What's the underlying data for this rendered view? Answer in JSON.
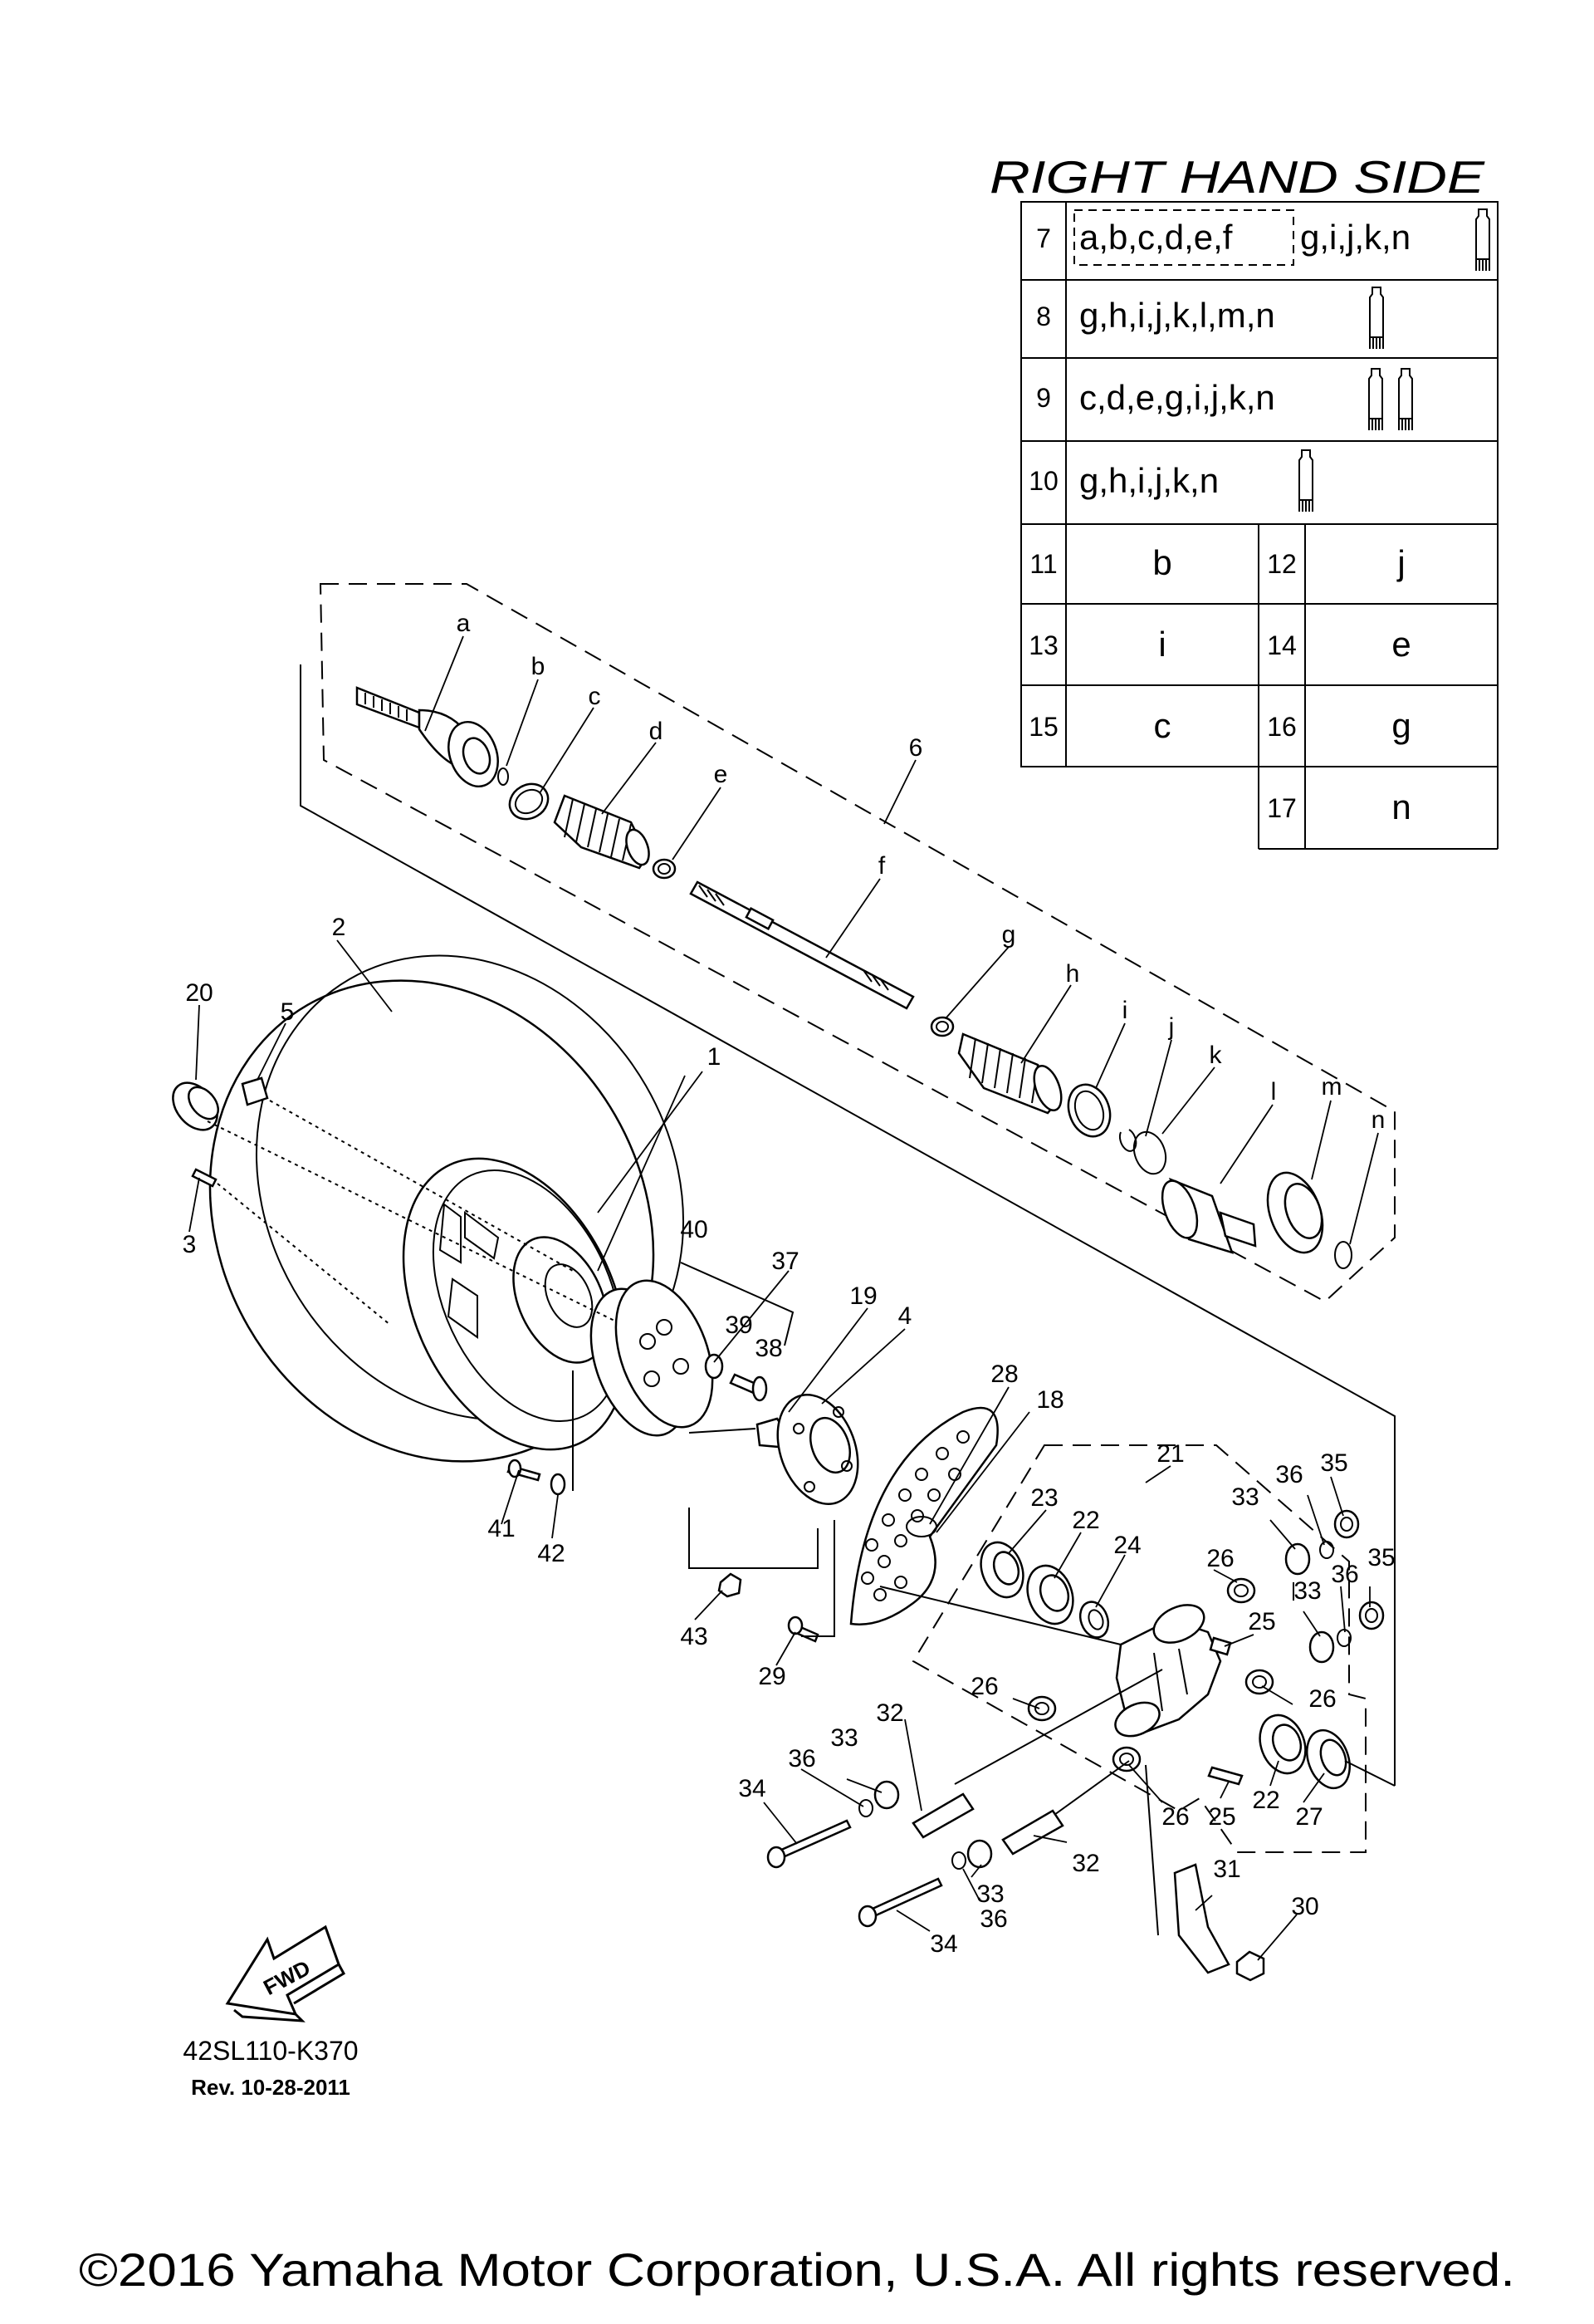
{
  "title": "RIGHT HAND SIDE",
  "table": {
    "rows": [
      {
        "num": "7",
        "prefix": "a,b,c,d,e,f",
        "rest": "g,i,j,k,n",
        "tubes": 1
      },
      {
        "num": "8",
        "text": "g,h,i,j,k,l,m,n",
        "tubes": 1
      },
      {
        "num": "9",
        "text": "c,d,e,g,i,j,k,n",
        "tubes": 2
      },
      {
        "num": "10",
        "text": "g,h,i,j,k,n",
        "tubes": 1
      }
    ],
    "pairs": [
      {
        "ln": "11",
        "lv": "b",
        "rn": "12",
        "rv": "j"
      },
      {
        "ln": "13",
        "lv": "i",
        "rn": "14",
        "rv": "e"
      },
      {
        "ln": "15",
        "lv": "c",
        "rn": "16",
        "rv": "g"
      },
      {
        "ln": "",
        "lv": "",
        "rn": "17",
        "rv": "n"
      }
    ]
  },
  "letters": [
    "a",
    "b",
    "c",
    "d",
    "e",
    "f",
    "g",
    "h",
    "i",
    "j",
    "k",
    "l",
    "m",
    "n"
  ],
  "numbers": [
    "1",
    "2",
    "3",
    "4",
    "5",
    "6",
    "18",
    "19",
    "20",
    "21",
    "22",
    "22",
    "23",
    "24",
    "25",
    "25",
    "26",
    "26",
    "26",
    "26",
    "27",
    "28",
    "29",
    "30",
    "31",
    "32",
    "32",
    "33",
    "33",
    "33",
    "33",
    "34",
    "34",
    "35",
    "35",
    "36",
    "36",
    "36",
    "36",
    "37",
    "38",
    "39",
    "40",
    "41",
    "42",
    "43"
  ],
  "fwd_label": "FWD",
  "diagram_code": "42SL110-K370",
  "revision": "Rev.  10-28-2011",
  "copyright": "©2016 Yamaha Motor Corporation, U.S.A. All rights reserved.",
  "icons": [
    "grease-tube-icon",
    "fwd-arrow-icon"
  ]
}
